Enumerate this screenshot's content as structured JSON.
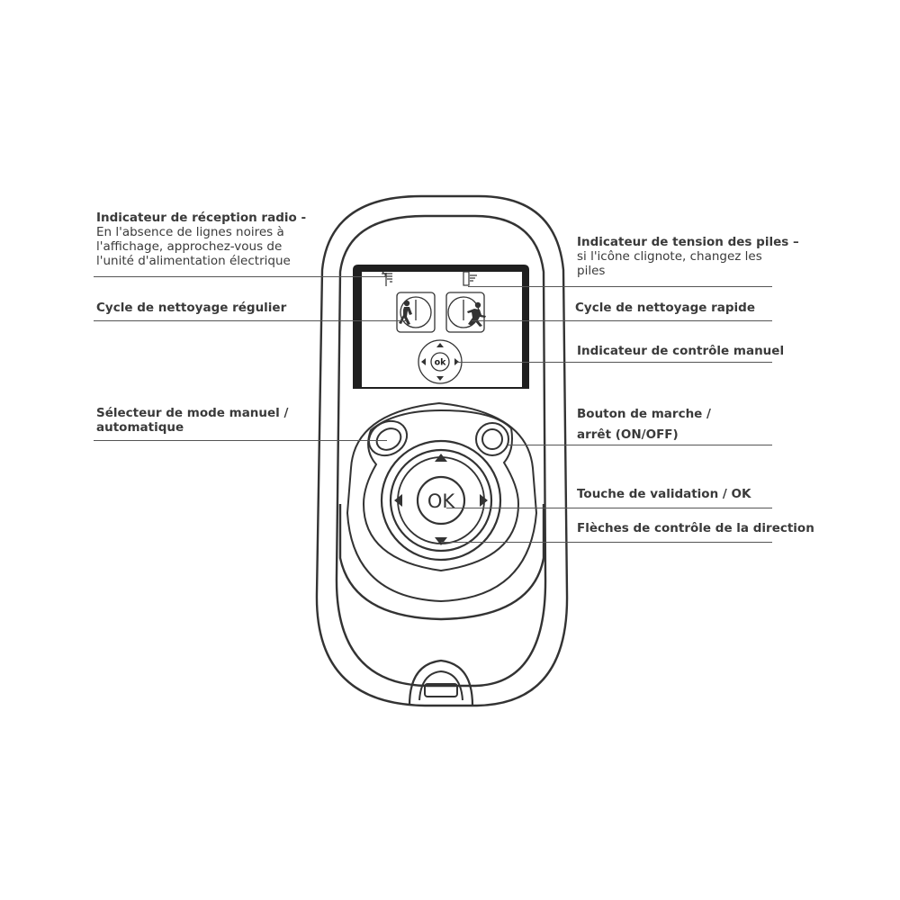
{
  "labels": {
    "radio_title": "Indicateur de réception radio -",
    "radio_desc_1": "En l'absence de lignes noires à",
    "radio_desc_2": "l'affichage, approchez-vous de",
    "radio_desc_3": "l'unité d'alimentation électrique",
    "regular_cycle": "Cycle de nettoyage régulier",
    "mode_selector_1": "Sélecteur de mode manuel /",
    "mode_selector_2": "automatique",
    "battery_title": "Indicateur de tension des piles –",
    "battery_desc_1": "si l'icône clignote, changez les",
    "battery_desc_2": "piles",
    "fast_cycle": "Cycle de nettoyage rapide",
    "manual_control": "Indicateur de contrôle manuel",
    "power_button_1": "Bouton de marche /",
    "power_button_2": "arrêt (ON/OFF)",
    "ok_key": "Touche de validation / OK",
    "direction_arrows": "Flèches de contrôle de la direction"
  },
  "device": {
    "screen_ok_text": "ok",
    "ok_button_text": "OK"
  },
  "colors": {
    "line": "#333333",
    "text": "#3a3a3a",
    "screen_border": "#1f1f1f"
  }
}
